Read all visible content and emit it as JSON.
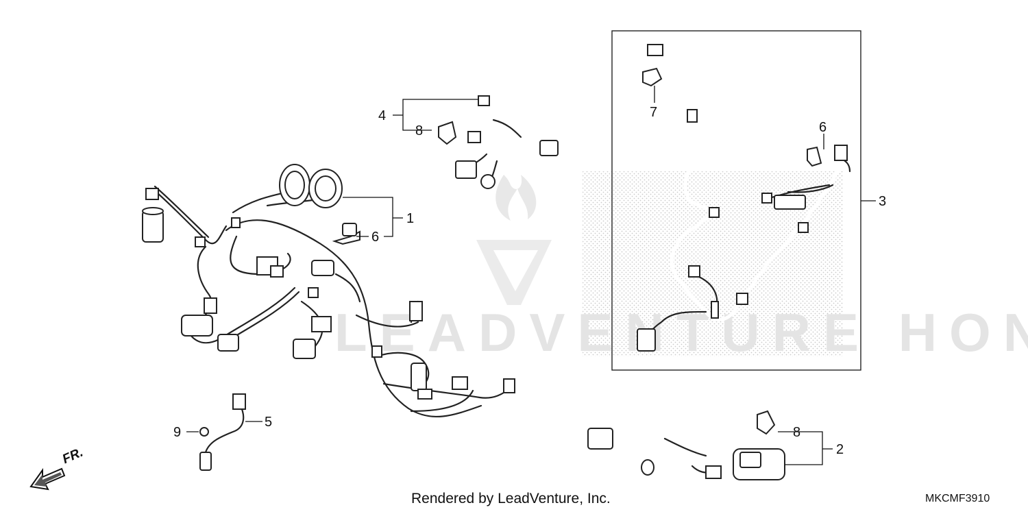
{
  "diagram": {
    "footer_credit": "Rendered by LeadVenture, Inc.",
    "diagram_code": "MKCMF3910",
    "direction_label": "FR.",
    "watermark_text": "LEADVENTURE HONDA",
    "callouts": {
      "c1": "1",
      "c2": "2",
      "c3": "3",
      "c4": "4",
      "c5": "5",
      "c6_main": "6",
      "c6_sub": "6",
      "c7": "7",
      "c8_top": "8",
      "c8_bottom": "8",
      "c9": "9"
    }
  },
  "colors": {
    "line": "#222222",
    "watermark": "#e4e4e4",
    "stipple": "#c8c8c8"
  },
  "icons": {
    "front_arrow": "front-direction-arrow-icon",
    "watermark_logo": "leadventure-logo-icon"
  }
}
